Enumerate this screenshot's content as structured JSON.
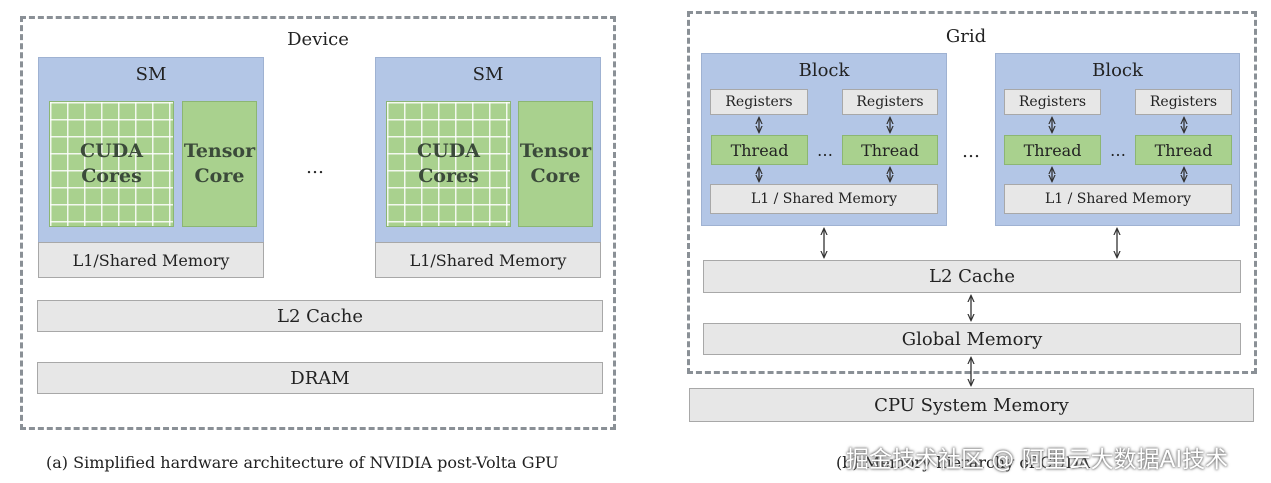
{
  "left": {
    "device_label": "Device",
    "sm_label": "SM",
    "cuda_cores_line1": "CUDA",
    "cuda_cores_line2": "Cores",
    "tensor_core_line1": "Tensor",
    "tensor_core_line2": "Core",
    "l1_label": "L1/Shared Memory",
    "ellipsis": "…",
    "l2_label": "L2 Cache",
    "dram_label": "DRAM",
    "caption": "(a) Simplified hardware architecture of NVIDIA post-Volta GPU"
  },
  "right": {
    "grid_label": "Grid",
    "block_label": "Block",
    "registers_label": "Registers",
    "thread_label": "Thread",
    "ellipsis": "…",
    "l1_label": "L1 / Shared Memory",
    "l2_label": "L2 Cache",
    "global_memory_label": "Global Memory",
    "cpu_memory_label": "CPU System Memory",
    "caption": "(b) Memory hierarchy of CUDA"
  },
  "watermark": "掘金技术社区 @ 阿里云大数据AI技术",
  "colors": {
    "sm_blue": "#b3c6e6",
    "core_green": "#a9d18e",
    "memory_gray": "#e7e7e7",
    "dashed_border": "#8a9096"
  }
}
